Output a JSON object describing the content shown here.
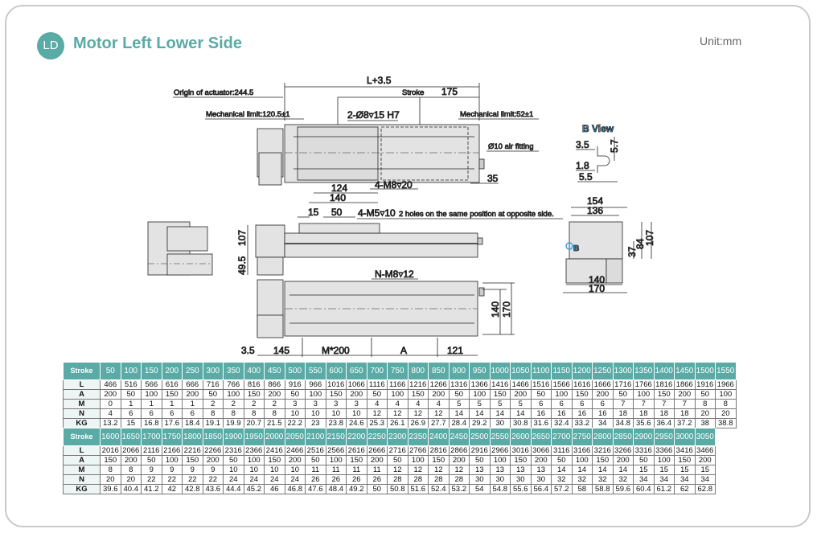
{
  "header": {
    "badge": "LD",
    "title": "Motor Left Lower Side",
    "unit": "Unit:mm"
  },
  "drawing": {
    "labels": {
      "overall": "L+3.5",
      "origin": "Origin of actuator:244.5",
      "stroke": "Stroke",
      "end_175": "175",
      "mech_limit_left": "Mechanical limit:120.5±1",
      "mech_limit_right": "Mechanical limit:52±1",
      "pin_holes": "2-Ø8▿15 H7",
      "air_fitting": "Ø10 air fitting",
      "dim_35": "35",
      "dim_124": "124",
      "dim_140_top": "140",
      "tap_m8": "4-M8▿20",
      "dim_15": "15",
      "dim_50": "50",
      "tap_m5": "4-M5▿10",
      "tap_m5_note": "2 holes on the same position at opposite side.",
      "dim_107_side": "107",
      "dim_49_5": "49.5",
      "n_m8": "N-M8▿12",
      "dim_140_bottom": "140",
      "dim_170_bottom": "170",
      "dim_3_5": "3.5",
      "dim_145": "145",
      "dim_m200": "M*200",
      "dim_a": "A",
      "dim_121": "121"
    },
    "b_view": {
      "title": "B View",
      "d35": "3.5",
      "d57": "5.7",
      "d18": "1.8",
      "d55": "5.5"
    },
    "end_view": {
      "d154": "154",
      "d136": "136",
      "d37": "37",
      "d84": "84",
      "d107": "107",
      "d140": "140",
      "d170": "170",
      "b_marker": "B"
    }
  },
  "tables": [
    {
      "row_labels": [
        "Stroke",
        "L",
        "A",
        "M",
        "N",
        "KG"
      ],
      "stroke": [
        "50",
        "100",
        "150",
        "200",
        "250",
        "300",
        "350",
        "400",
        "450",
        "500",
        "550",
        "600",
        "650",
        "700",
        "750",
        "800",
        "850",
        "900",
        "950",
        "1000",
        "1050",
        "1100",
        "1150",
        "1200",
        "1250",
        "1300",
        "1350",
        "1400",
        "1450",
        "1500",
        "1550"
      ],
      "L": [
        "466",
        "516",
        "566",
        "616",
        "666",
        "716",
        "766",
        "816",
        "866",
        "916",
        "966",
        "1016",
        "1066",
        "1116",
        "1166",
        "1216",
        "1266",
        "1316",
        "1366",
        "1416",
        "1466",
        "1516",
        "1566",
        "1616",
        "1666",
        "1716",
        "1766",
        "1816",
        "1866",
        "1916",
        "1966"
      ],
      "A": [
        "200",
        "50",
        "100",
        "150",
        "200",
        "50",
        "100",
        "150",
        "200",
        "50",
        "100",
        "150",
        "200",
        "50",
        "100",
        "150",
        "200",
        "50",
        "100",
        "150",
        "200",
        "50",
        "100",
        "150",
        "200",
        "50",
        "100",
        "150",
        "200",
        "50",
        "100"
      ],
      "M": [
        "0",
        "1",
        "1",
        "1",
        "1",
        "2",
        "2",
        "2",
        "2",
        "3",
        "3",
        "3",
        "3",
        "4",
        "4",
        "4",
        "4",
        "5",
        "5",
        "5",
        "5",
        "6",
        "6",
        "6",
        "6",
        "7",
        "7",
        "7",
        "7",
        "8",
        "8"
      ],
      "N": [
        "4",
        "6",
        "6",
        "6",
        "6",
        "8",
        "8",
        "8",
        "8",
        "10",
        "10",
        "10",
        "10",
        "12",
        "12",
        "12",
        "12",
        "14",
        "14",
        "14",
        "14",
        "16",
        "16",
        "16",
        "16",
        "18",
        "18",
        "18",
        "18",
        "20",
        "20"
      ],
      "KG": [
        "13.2",
        "15",
        "16.8",
        "17.6",
        "18.4",
        "19.1",
        "19.9",
        "20.7",
        "21.5",
        "22.2",
        "23",
        "23.8",
        "24.6",
        "25.3",
        "26.1",
        "26.9",
        "27.7",
        "28.4",
        "29.2",
        "30",
        "30.8",
        "31.6",
        "32.4",
        "33.2",
        "34",
        "34.8",
        "35.6",
        "36.4",
        "37.2",
        "38",
        "38.8"
      ]
    },
    {
      "row_labels": [
        "Stroke",
        "L",
        "A",
        "M",
        "N",
        "KG"
      ],
      "stroke": [
        "1600",
        "1650",
        "1700",
        "1750",
        "1800",
        "1850",
        "1900",
        "1950",
        "2000",
        "2050",
        "2100",
        "2150",
        "2200",
        "2250",
        "2300",
        "2350",
        "2400",
        "2450",
        "2500",
        "2550",
        "2600",
        "2650",
        "2700",
        "2750",
        "2800",
        "2850",
        "2900",
        "2950",
        "3000",
        "3050"
      ],
      "L": [
        "2016",
        "2066",
        "2116",
        "2166",
        "2216",
        "2266",
        "2316",
        "2366",
        "2416",
        "2466",
        "2516",
        "2566",
        "2616",
        "2666",
        "2716",
        "2766",
        "2816",
        "2866",
        "2916",
        "2966",
        "3016",
        "3066",
        "3116",
        "3166",
        "3216",
        "3266",
        "3316",
        "3366",
        "3416",
        "3466"
      ],
      "A": [
        "150",
        "200",
        "50",
        "100",
        "150",
        "200",
        "50",
        "100",
        "150",
        "200",
        "50",
        "100",
        "150",
        "200",
        "50",
        "100",
        "150",
        "200",
        "50",
        "100",
        "150",
        "200",
        "50",
        "100",
        "150",
        "200",
        "50",
        "100",
        "150",
        "200"
      ],
      "M": [
        "8",
        "8",
        "9",
        "9",
        "9",
        "9",
        "10",
        "10",
        "10",
        "10",
        "11",
        "11",
        "11",
        "11",
        "12",
        "12",
        "12",
        "12",
        "13",
        "13",
        "13",
        "13",
        "14",
        "14",
        "14",
        "14",
        "15",
        "15",
        "15",
        "15"
      ],
      "N": [
        "20",
        "20",
        "22",
        "22",
        "22",
        "22",
        "24",
        "24",
        "24",
        "24",
        "26",
        "26",
        "26",
        "26",
        "28",
        "28",
        "28",
        "28",
        "30",
        "30",
        "30",
        "30",
        "32",
        "32",
        "32",
        "32",
        "34",
        "34",
        "34",
        "34"
      ],
      "KG": [
        "39.6",
        "40.4",
        "41.2",
        "42",
        "42.8",
        "43.6",
        "44.4",
        "45.2",
        "46",
        "46.8",
        "47.6",
        "48.4",
        "49.2",
        "50",
        "50.8",
        "51.6",
        "52.4",
        "53.2",
        "54",
        "54.8",
        "55.6",
        "56.4",
        "57.2",
        "58",
        "58.8",
        "59.6",
        "60.4",
        "61.2",
        "62",
        "62.8"
      ]
    }
  ],
  "colors": {
    "accent": "#5aaaa6",
    "b_view": "#3aa0d8",
    "part_fill": "#e3e3e3"
  }
}
